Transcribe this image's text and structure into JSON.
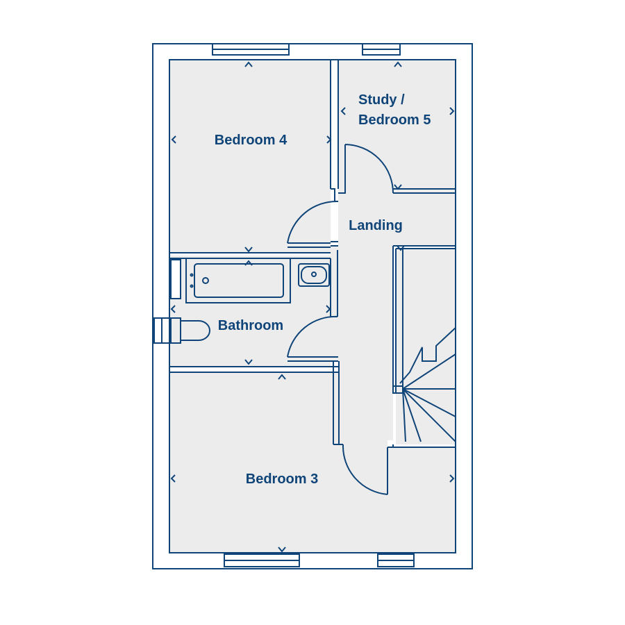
{
  "colors": {
    "line": "#0f4478",
    "floor": "#ececec",
    "background": "#ffffff",
    "label": "#0f4478"
  },
  "rooms": [
    {
      "name": "Bedroom 4"
    },
    {
      "name": "Study /",
      "name_line2": "Bedroom 5"
    },
    {
      "name": "Landing"
    },
    {
      "name": "Bathroom"
    },
    {
      "name": "Bedroom 3"
    }
  ]
}
